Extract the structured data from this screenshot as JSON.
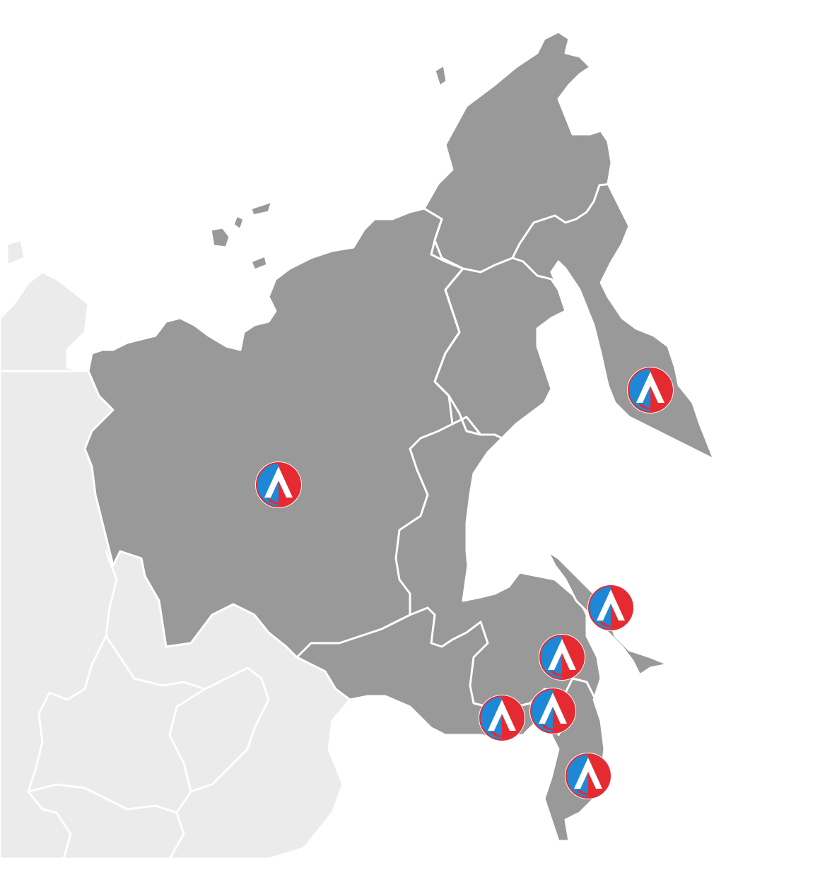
{
  "map": {
    "colors": {
      "background": "#ffffff",
      "highlighted_region": "#999999",
      "neighbor_region": "#ebebeb",
      "border": "#ffffff",
      "marker_blue": "#1e88d6",
      "marker_red": "#e52b31"
    },
    "markers": [
      {
        "id": "marker-1",
        "icon": "logo-marker-icon"
      },
      {
        "id": "marker-2",
        "icon": "logo-marker-icon"
      },
      {
        "id": "marker-3",
        "icon": "logo-marker-icon"
      },
      {
        "id": "marker-4",
        "icon": "logo-marker-icon"
      },
      {
        "id": "marker-5",
        "icon": "logo-marker-icon"
      },
      {
        "id": "marker-6",
        "icon": "logo-marker-icon"
      },
      {
        "id": "marker-7",
        "icon": "logo-marker-icon"
      }
    ]
  }
}
